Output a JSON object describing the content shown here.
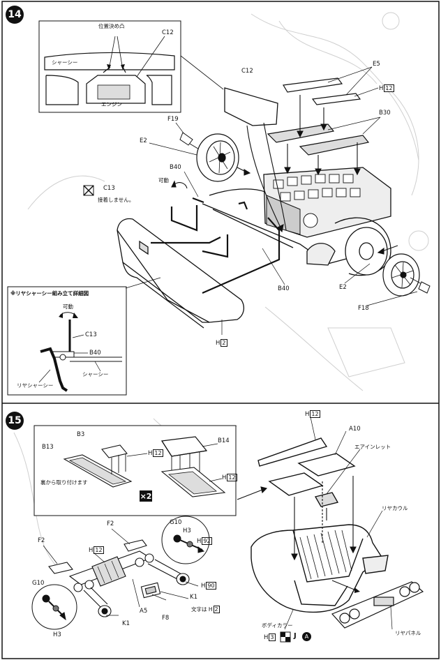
{
  "step14": {
    "number": "14",
    "inset_top": {
      "positioning_bump": "位置決め凸",
      "part": "C12",
      "chassis": "シャーシー",
      "engine": "エンジン"
    },
    "parts": {
      "c12": "C12",
      "e5": "E5",
      "h12_e5": "H",
      "h12_e5_num": "12",
      "b30": "B30",
      "f19": "F19",
      "e2_left": "E2",
      "b40_top": "B40",
      "movable": "可動",
      "c13": "C13",
      "no_glue": "接着しません。",
      "b40_right": "B40",
      "e2_right": "E2",
      "f18": "F18",
      "h2": "H",
      "h2_num": "2"
    },
    "inset_detail": {
      "title": "※リヤシャーシー組み立て詳細図",
      "movable": "可動",
      "c13": "C13",
      "b40": "B40",
      "chassis": "シャーシー",
      "rear_chassis": "リヤシャーシー"
    }
  },
  "step15": {
    "number": "15",
    "inset_seats": {
      "b3": "B3",
      "h12": "H",
      "h12_num": "12",
      "b13": "B13",
      "attach_from_back": "裏から取り付けます",
      "b14": "B14",
      "h12_b": "H",
      "h12_b_num": "12",
      "times2": "×2"
    },
    "parts": {
      "h12_top": "H",
      "h12_top_num": "12",
      "a10": "A10",
      "air_inlet": "エアインレット",
      "rear_cowl": "リヤカウル",
      "f2_left": "F2",
      "f2_right": "F2",
      "h12_light": "H",
      "h12_light_num": "12",
      "g10_top": "G10",
      "h3_top": "H3",
      "h92": "H",
      "h92_num": "92",
      "h90": "H",
      "h90_num": "90",
      "k1_right": "K1",
      "text_note": "文字は",
      "text_h": "H",
      "text_h_num": "2",
      "a5": "A5",
      "f8": "F8",
      "k1_left": "K1",
      "g10_left": "G10",
      "h3_left": "H3",
      "body_color": "ボディカラー",
      "body_h": "H",
      "body_h_num": "3",
      "body_j": "J",
      "body_a": "A",
      "rear_panel": "リヤパネル"
    }
  }
}
